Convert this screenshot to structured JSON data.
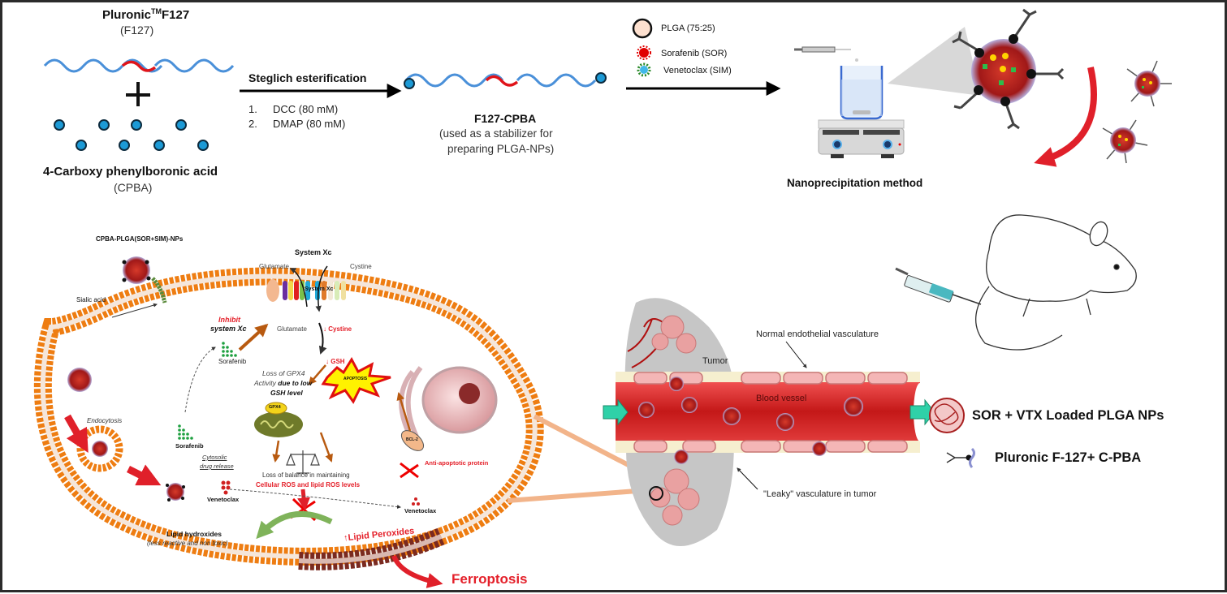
{
  "synthesis": {
    "f127_title": "Pluronic",
    "f127_tm": "TM",
    "f127_name": "F127",
    "f127_abbr": "(F127)",
    "plus": "+",
    "cpba_title": "4-Carboxy phenylboronic acid",
    "cpba_abbr": "(CPBA)",
    "reaction_title": "Steglich esterification",
    "reagents": [
      "1.",
      "DCC (80 mM)",
      "2.",
      "DMAP (80 mM)"
    ],
    "product_title": "F127-CPBA",
    "product_note_1": "(used as a stabilizer for",
    "product_note_2": "preparing PLGA-NPs)"
  },
  "nanoprecipitation": {
    "legend": [
      {
        "icon": "plga-circle-icon",
        "label": "PLGA (75:25)"
      },
      {
        "icon": "sorafenib-star-icon",
        "label": "Sorafenib (SOR)"
      },
      {
        "icon": "venetoclax-star-icon",
        "label": "Venetoclax (SIM)"
      }
    ],
    "method_label": "Nanoprecipitation method"
  },
  "cell": {
    "np_label": "CPBA-PLGA(SOR+SIM)-NPs",
    "sialic_acid": "Sialic acid",
    "system_xc_title": "System Xc",
    "system_xc_inner": "System Xc",
    "glutamate_out": "Glutamate",
    "cystine_out": "Cystine",
    "inhibit": "Inhibit",
    "inhibit_target": "system Xc",
    "glutamate_in": "Glutamate",
    "cystine_in": "↓ Cystine",
    "gsh": "↓ GSH",
    "sorafenib_1": "Sorafenib",
    "sorafenib_2": "Sorafenib",
    "gpx4_loss_1": "Loss of GPX4",
    "gpx4_loss_2a": "Activity ",
    "gpx4_loss_2b": "due to low",
    "gpx4_loss_3": "GSH level",
    "apoptosis": "APOPTOSIS",
    "gpx4": "GPX4",
    "bcl2": "BCL-2",
    "anti_apoptotic": "Anti-apoptotic protein",
    "endocytosis": "Endocytosis",
    "cytosolic_1": "Cytosolic",
    "cytosolic_2": "drug release",
    "venetoclax_1": "Venetoclax",
    "venetoclax_2": "Venetoclax",
    "balance_1": "Loss of balance in maintaining",
    "balance_2": "Cellular ROS and lipid ROS levels",
    "lipid_hydroxides": "Lipid hydroxides",
    "lipid_hydroxides_note": "(less reactive and non toxic)",
    "lipid_peroxides": "↑Lipid Peroxides",
    "ferroptosis": "Ferroptosis"
  },
  "vessel": {
    "tumor": "Tumor",
    "normal": "Normal endothelial vasculature",
    "blood": "Blood vessel",
    "leaky": "\"Leaky\" vasculature in tumor"
  },
  "legend": {
    "np": "SOR + VTX Loaded PLGA NPs",
    "pluronic": "Pluronic F-127+ C-PBA"
  },
  "colors": {
    "blue_chain": "#4a90d9",
    "red_block": "#e0141a",
    "cpba_dot": "#1c9ad6",
    "membrane": "#ee7d12",
    "membrane_dark": "#7a2a20",
    "red_text": "#e4202a",
    "arrow_red": "#e0202a",
    "teal_arrow": "#2fd1a8"
  }
}
